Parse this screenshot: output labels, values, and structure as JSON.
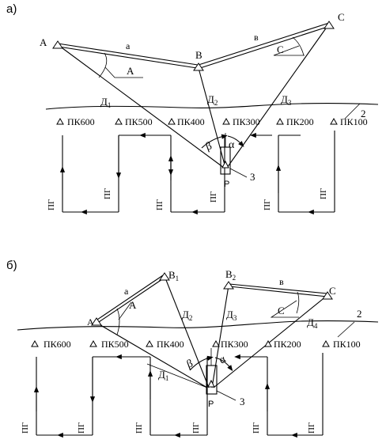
{
  "panel_a": {
    "label": "а)",
    "points": {
      "A": "A",
      "B": "B",
      "C": "C",
      "P": "P"
    },
    "sides": {
      "a": "a",
      "b": "в"
    },
    "angles": {
      "A": "A",
      "C": "C",
      "beta": "β",
      "alpha": "α"
    },
    "distances": [
      "Д1",
      "Д2",
      "Д3"
    ],
    "pickets": [
      "ПК600",
      "ПК500",
      "ПК400",
      "ПК300",
      "ПК200",
      "ПК100"
    ],
    "callouts": {
      "two": "2",
      "three": "3"
    },
    "pg": "ПГ"
  },
  "panel_b": {
    "label": "б)",
    "points": {
      "A": "A",
      "B1": "B1",
      "B2": "B2",
      "C": "C",
      "P": "P"
    },
    "sides": {
      "a": "a",
      "b": "в"
    },
    "angles": {
      "A": "A",
      "C": "C",
      "beta": "β",
      "alpha": "α"
    },
    "distances": [
      "Д1",
      "Д2",
      "Д3",
      "Д4"
    ],
    "pickets": [
      "ПК600",
      "ПК500",
      "ПК400",
      "ПК300",
      "ПК200",
      "ПК100"
    ],
    "callouts": {
      "two": "2",
      "three": "3"
    },
    "pg": "ПГ"
  }
}
